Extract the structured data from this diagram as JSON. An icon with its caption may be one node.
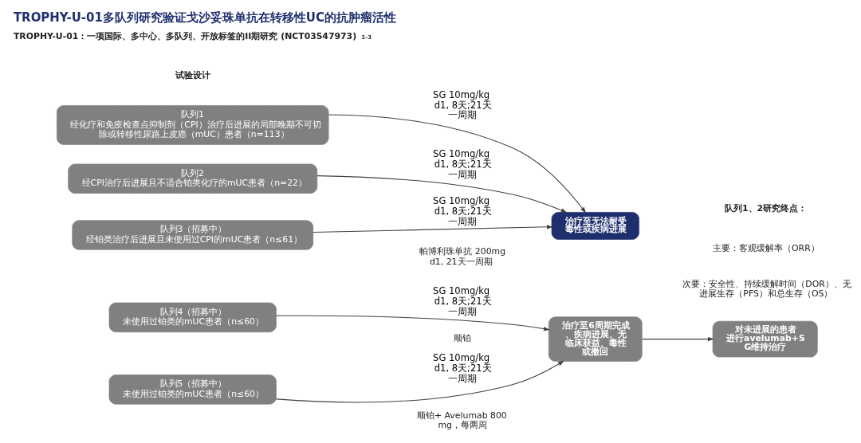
{
  "diagram": {
    "title": "TROPHY-U-01多队列研究验证戈沙妥珠单抗在转移性UC的抗肿瘤活性",
    "nodes": [
      {
        "text": [
          "队列1",
          "经化疗和免疫检查点抑制剂（CPI）治疗后进展的局部晚期不可切除或转移性尿路上皮癌（mUC）患者（n=113）"
        ]
      },
      {
        "text": [
          "队列2",
          "经CPI治疗后进展且不适合铂类化疗的mUC患者（n=22）"
        ]
      },
      {
        "text": [
          "队列3（招募中）",
          "经铂类治疗后进展且未使用过CPI的mUC患者（n≤61）"
        ]
      },
      {
        "text": [
          "队列4（招募中）",
          "未使用过铂类的mUC患者（n≤60）"
        ]
      },
      {
        "text": [
          "队列5（招募中）",
          "未使用过铂类的mUC患者（n≤60）"
        ]
      },
      {
        "text": [
          "治疗至无法耐受毒性或疾病进展"
        ]
      },
      {
        "text": [
          "治疗至6周期完成、疾病进展、无临床获益、毒性或撤回"
        ]
      },
      {
        "text": [
          "对未进展的患者进行avelumab+SG维持治疗"
        ]
      }
    ],
    "edges": [
      {
        "from": 0,
        "to": 5,
        "arrow": "to",
        "label": "SG 10mg/kg d1, 8天;21天一周期"
      },
      {
        "from": 1,
        "to": 5,
        "arrow": "to",
        "label": "SG 10mg/kg d1, 8天;21天一周期"
      },
      {
        "from": 2,
        "to": 5,
        "arrow": "to",
        "label": "SG 10mg/kg d1, 8天;21天一周期"
      },
      {
        "from": 3,
        "to": 6,
        "arrow": "to",
        "label": "SG 10mg/kg d1, 8天;21天一周期"
      },
      {
        "from": 4,
        "to": 6,
        "arrow": "to",
        "label": "SG 10mg/kg d1, 8天;21天一周期"
      },
      {
        "from": 6,
        "to": 7,
        "arrow": "to"
      }
    ],
    "labels": [
      "TROPHY-U-01：一项国际、多中心、多队列、开放标签的II期研究 (NCT03547973)$^{1-3}$",
      "试验设计",
      "队列1、2研究终点：",
      "主要：客观缓解率（ORR）",
      "次要：安全性、持续缓解时间（DOR）、无进展生存（PFS）和总生存（OS）",
      "帕博利珠单抗 200mg d1, 21天一周期",
      "顺铂",
      "顺铂+ Avelumab 800mg，每两周"
    ]
  }
}
